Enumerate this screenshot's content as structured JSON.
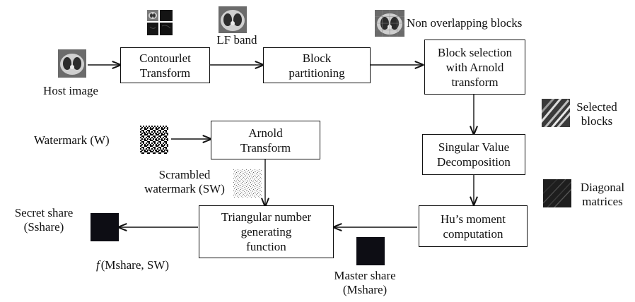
{
  "boxes": {
    "contourlet": "Contourlet\nTransform",
    "block_partitioning": "Block\npartitioning",
    "block_selection": "Block selection\nwith Arnold\ntransform",
    "svd": "Singular Value\nDecomposition",
    "hu_moment": "Hu’s moment\ncomputation",
    "triangular": "Triangular number\ngenerating\nfunction",
    "arnold": "Arnold\nTransform"
  },
  "labels": {
    "host_image": "Host image",
    "lf_band": "LF band",
    "non_overlapping": "Non overlapping  blocks",
    "selected_blocks": "Selected\nblocks",
    "diagonal_matrices": "Diagonal\nmatrices",
    "watermark": "Watermark (W)",
    "scrambled_watermark": "Scrambled\nwatermark (SW)",
    "secret_share": "Secret share\n(Sshare)",
    "function_label_f": "f",
    "function_label_args": "(Mshare, SW)",
    "master_share": "Master share\n(Mshare)"
  },
  "icons": {
    "ct_scan": "ct-scan-thumbnail-icon",
    "decomposition": "contourlet-subbands-icon",
    "noise": "scrambled-noise-icon",
    "texture": "striped-texture-icon",
    "share": "black-square-share-icon"
  }
}
